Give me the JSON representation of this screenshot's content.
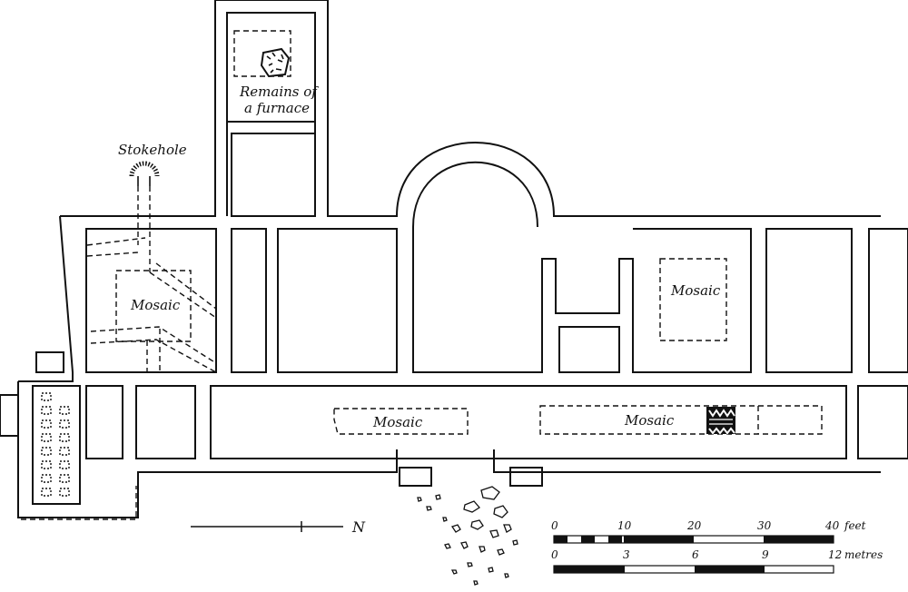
{
  "labels": {
    "stokehole": "Stokehole",
    "furnace_line1": "Remains of",
    "furnace_line2": "a furnace",
    "mosaic_west": "Mosaic",
    "mosaic_east": "Mosaic",
    "mosaic_corridor_left": "Mosaic",
    "mosaic_corridor_right": "Mosaic"
  },
  "north_arrow": {
    "letter": "N"
  },
  "scale_feet": {
    "ticks": [
      "0",
      "10",
      "20",
      "30",
      "40"
    ],
    "unit": "feet"
  },
  "scale_metres": {
    "ticks": [
      "0",
      "3",
      "6",
      "9",
      "12"
    ],
    "unit": "metres"
  },
  "colors": {
    "ink": "#111111",
    "paper": "#ffffff"
  }
}
